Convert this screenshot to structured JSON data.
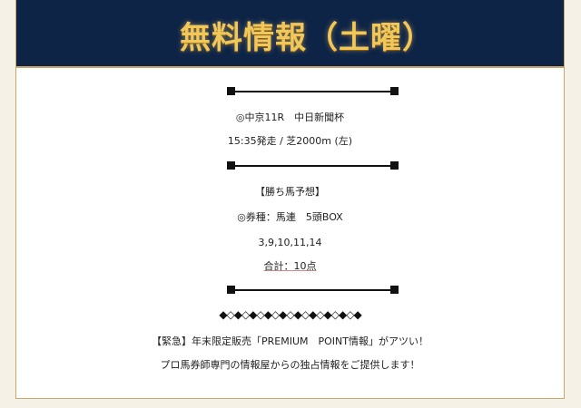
{
  "banner": {
    "title": "無料情報（土曜）"
  },
  "race": {
    "name": "◎中京11R　中日新聞杯",
    "time_course": "15:35発走 / 芝2000m (左)"
  },
  "prediction": {
    "heading": "【勝ち馬予想】",
    "bet_type": "◎券種：馬連　5頭BOX",
    "numbers": "3,9,10,11,14",
    "total": "合計：10点"
  },
  "ornament": {
    "diamonds": "◆◇◆◇◆◇◆◇◆◇◆◇◆◇◆◇◆◇◆"
  },
  "notice": {
    "urgent": "【緊急】年末限定販売「PREMIUM　POINT情報」がアツい！",
    "info": "プロ馬券師専門の情報屋からの独占情報をご提供します！"
  }
}
